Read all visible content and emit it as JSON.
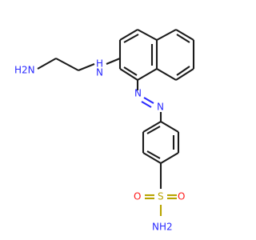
{
  "atoms": {
    "amine_terminal": "H2N",
    "amine_bridge": "H",
    "amine_bridge_n": "N",
    "azo_n1": "N",
    "azo_n2": "N",
    "sulfur": "S",
    "oxygen_left": "O",
    "oxygen_right": "O",
    "sulfonamide_n": "NH2"
  },
  "colors": {
    "bond": "#1a1a1a",
    "nitrogen": "#2a2aff",
    "oxygen": "#ff1a1a",
    "sulfur": "#b8a400"
  }
}
